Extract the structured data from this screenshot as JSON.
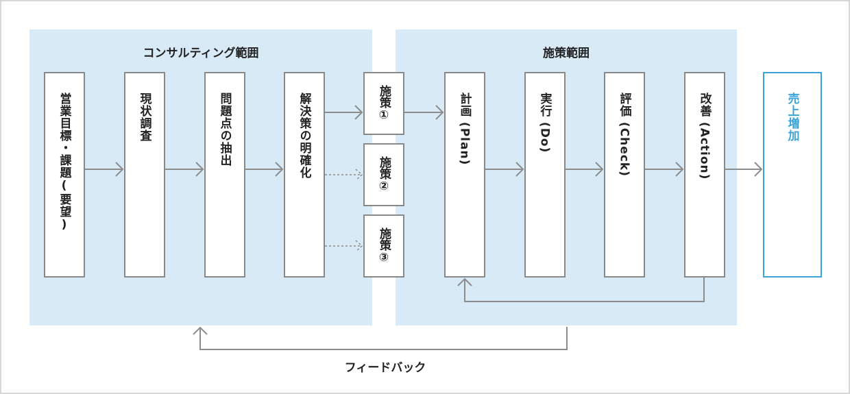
{
  "consulting_scope": {
    "title": "コンサルティング範囲"
  },
  "measure_scope": {
    "title": "施策範囲"
  },
  "steps": [
    {
      "label": "営業目標・課題(要望)"
    },
    {
      "label": "現状調査"
    },
    {
      "label": "問題点の抽出"
    },
    {
      "label": "解決策の明確化"
    }
  ],
  "measures": [
    {
      "name": "施策",
      "number": "①"
    },
    {
      "name": "施策",
      "number": "②"
    },
    {
      "name": "施策",
      "number": "③"
    }
  ],
  "pdca": [
    {
      "label": "計画 (Plan)"
    },
    {
      "label": "実行 (Do)"
    },
    {
      "label": "評価 (Check)"
    },
    {
      "label": "改善 (Action)"
    }
  ],
  "result": {
    "label": "売上増加",
    "color": "#3aa3d8"
  },
  "feedback": {
    "label": "フィードバック"
  },
  "colors": {
    "panel": "#d7eaf6",
    "arrow": "#8c8c8c",
    "border": "#888888"
  }
}
